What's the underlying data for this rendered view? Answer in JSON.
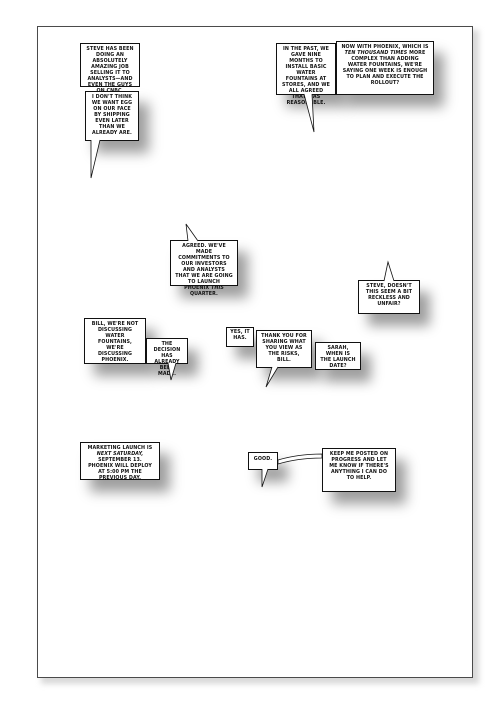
{
  "balloons": {
    "steve_selling": "Steve has been doing an absolutely amazing job selling it to analysts—and even the guys on CNBC.",
    "egg_on_face": "I don't think we want egg on our face by shipping even later than we already are.",
    "nine_months": "In the past, we gave nine months to install basic water fountains at stores, and we all agreed that was reasonable.",
    "phoenix_prefix": "Now with Phoenix, which is",
    "phoenix_emphasis": "ten thousand times",
    "phoenix_suffix": "more complex than adding water fountains, we're saying one week is enough to plan and execute the rollout?",
    "agreed_prefix": "Agreed. We've made commitments to our investors and analysts that we are going to launch Phoenix",
    "agreed_emphasis": "this",
    "agreed_suffix": "quarter.",
    "reckless": "Steve, doesn't this seem a bit reckless and unfair?",
    "bill_not_discussing": "Bill, we're not discussing water fountains, we're discussing Phoenix.",
    "decision_made": "The decision has already been made.",
    "yes_it_has": "Yes, it has.",
    "thank_you": "Thank you for sharing what you view as the risks, Bill.",
    "sarah_launch": "Sarah, when is the launch date?",
    "marketing_prefix": "Marketing launch is",
    "marketing_emphasis": "next Saturday,",
    "marketing_suffix": "September 13. Phoenix will deploy at 5:00 pm the previous day.",
    "good": "Good.",
    "keep_posted": "Keep me posted on progress and let me know if there's anything I can do to help."
  }
}
